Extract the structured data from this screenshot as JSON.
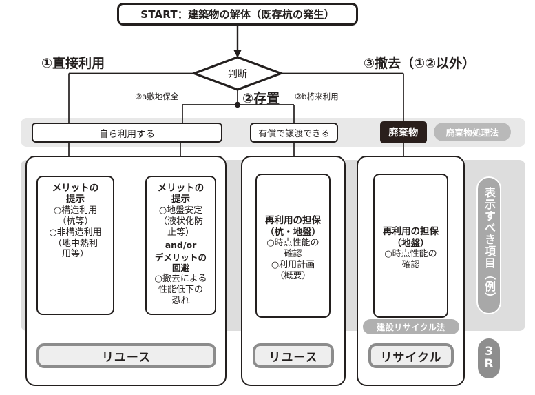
{
  "start": {
    "label": "START：建築物の解体（既存杭の発生）"
  },
  "decision": {
    "label": "判断"
  },
  "branches": {
    "direct": "①直接利用",
    "keep": "②存置",
    "remove": "③撤去（①②以外）",
    "keep_a": "②a敷地保全",
    "keep_b": "②b将来利用"
  },
  "status_band": {
    "self_use": "自ら利用する",
    "paid_transfer": "有償で譲渡できる",
    "waste": "廃棄物",
    "waste_law": "廃棄物処理法"
  },
  "details": [
    {
      "head": "メリットの\n提示",
      "body": "○構造利用\n（杭等）\n○非構造利用\n（地中熱利\n用等）"
    },
    {
      "head": "メリットの\n提示",
      "body": "○地盤安定\n（液状化防\n止等）",
      "andor": "and/or",
      "head2": "デメリットの\n回避",
      "body2": "○撤去による\n性能低下の\n恐れ"
    },
    {
      "head": "再利用の担保\n（杭・地盤）",
      "body": "○時点性能の\n確認\n○利用計画\n（概要）"
    },
    {
      "head": "再利用の担保\n（地盤）",
      "body": "○時点性能の\n確認"
    }
  ],
  "results": {
    "reuse_1": "リユース",
    "reuse_2": "リユース",
    "recycle": "リサイクル",
    "recycle_law": "建設リサイクル法"
  },
  "side": {
    "display_items": "表示すべき項目（例）",
    "three_r_top": "3",
    "three_r_bottom": "R"
  },
  "colors": {
    "ink": "#231f1e",
    "waste_bg": "#2a1f1c",
    "pill_gray": "#b9b9b9",
    "band_top": "#e8e8e8",
    "band_mid": "#dddddd",
    "result_border": "#8c8c8c"
  }
}
